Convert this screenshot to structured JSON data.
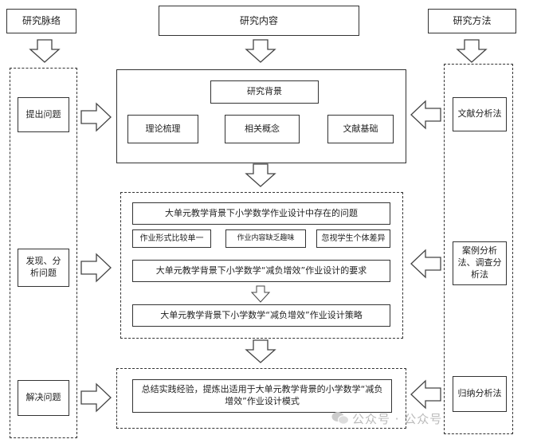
{
  "headers": {
    "left": "研究脉络",
    "center": "研究内容",
    "right": "研究方法"
  },
  "left_steps": [
    "提出问题",
    "发现、分析问题",
    "解决问题"
  ],
  "right_methods": [
    "文献分析法",
    "案例分析法、调查分析法",
    "归纳分析法"
  ],
  "background": {
    "title": "研究背景",
    "items": [
      "理论梳理",
      "相关概念",
      "文献基础"
    ]
  },
  "analysis": {
    "problems_title": "大单元教学背景下小学数学作业设计中存在的问题",
    "problems": [
      "作业形式比较单一",
      "作业内容缺乏趣味",
      "忽视学生个体差异"
    ],
    "requirements": "大单元教学背景下小学数学“减负增效”作业设计的要求",
    "strategies": "大单元教学背景下小学数学“减负增效”作业设计策略"
  },
  "summary": "总结实践经验，提炼出适用于大单元教学背景的小学数学“减负增效”作业设计模式",
  "watermark": "公众号 · 公众号"
}
